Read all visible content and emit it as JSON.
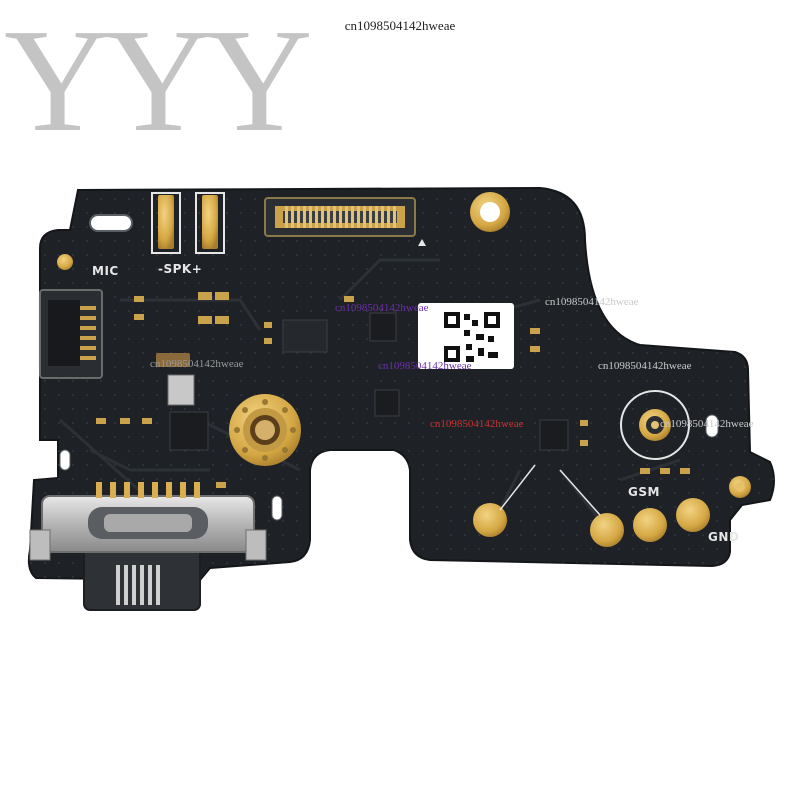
{
  "watermark_top": "cn1098504142hweae",
  "logo_text": "YYY",
  "watermarks_overlay": [
    "cn1098504142hweae",
    "cn1098504142hweae",
    "cn1098504142hweae",
    "cn1098504142hweae",
    "cn1098504142hweae",
    "cn1098504142hweae",
    "cn1098504142hweae"
  ],
  "board_labels": {
    "mic": "MIC",
    "spk": "-SPK+",
    "gsm": "GSM",
    "gnd": "GND"
  },
  "colors": {
    "pcb": "#1e2227",
    "copper": "#d9ae4f",
    "silkscreen": "#e6e6e6",
    "watermark_overlay_a": "#6a2fa8",
    "watermark_overlay_b": "#c83232"
  }
}
